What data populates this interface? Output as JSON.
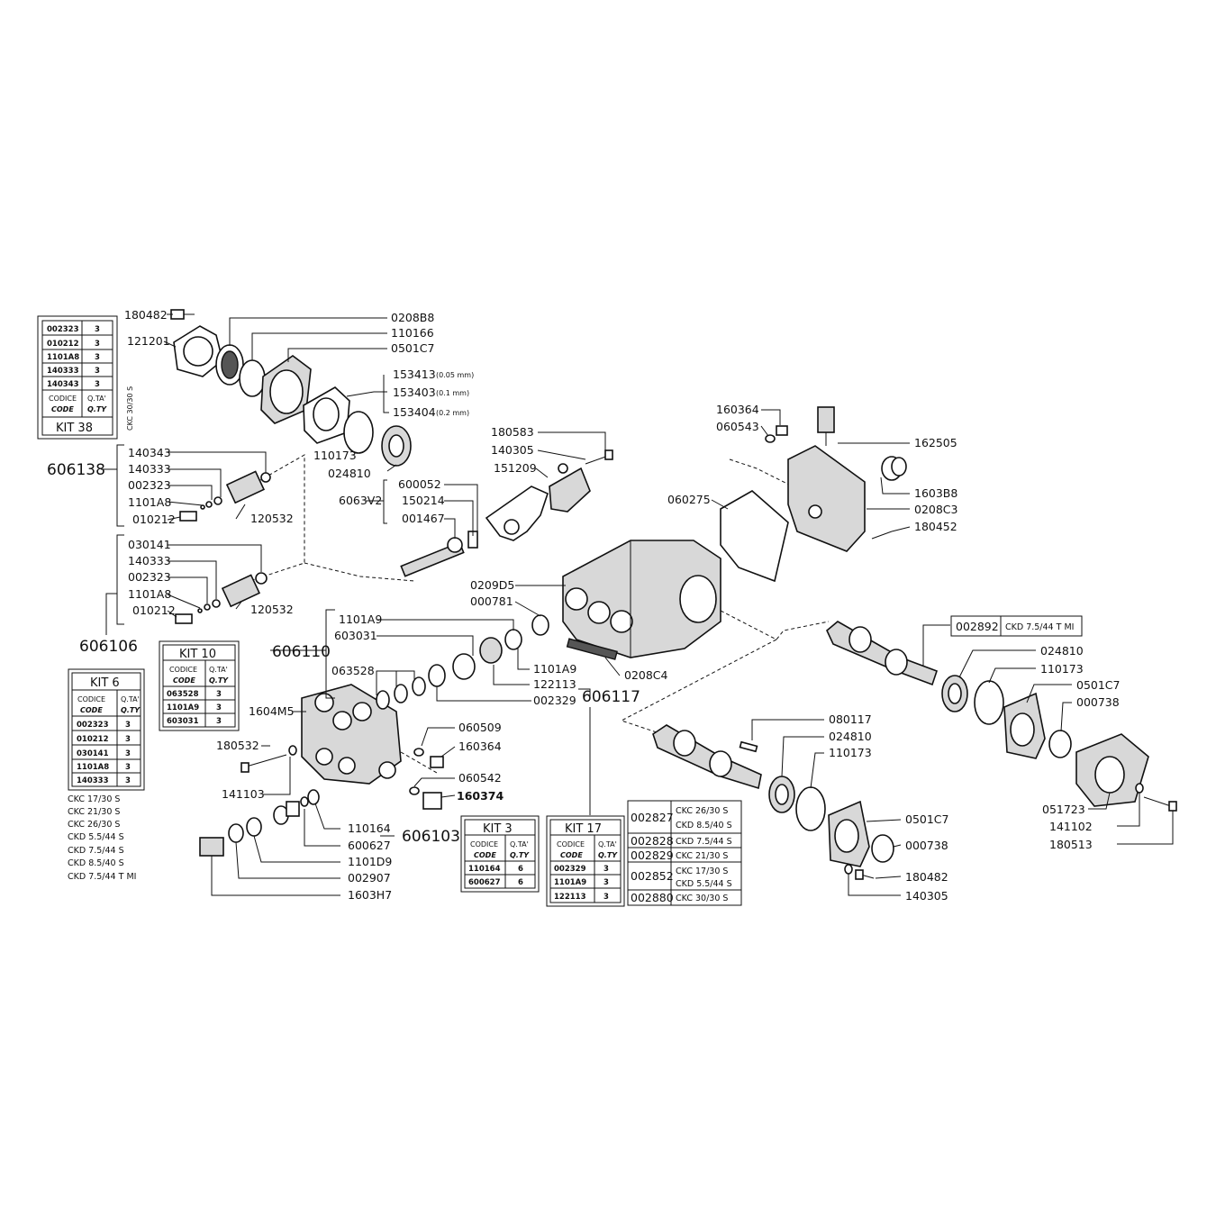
{
  "labels": {
    "l180482a": "180482",
    "l121201": "121201",
    "l0208B8": "0208B8",
    "l110166": "110166",
    "l0501C7a": "0501C7",
    "l153413": "153413",
    "l153413u": "(0.05 mm)",
    "l153403": "153403",
    "l153403u": "(0.1 mm)",
    "l153404": "153404",
    "l153404u": "(0.2 mm)",
    "l110173a": "110173",
    "l024810a": "024810",
    "l140343a": "140343",
    "l140333a": "140333",
    "l002323a": "002323",
    "l1101A8a": "1101A8",
    "l010212a": "010212",
    "l120532a": "120532",
    "l030141": "030141",
    "l140333b": "140333",
    "l002323b": "002323",
    "l1101A8b": "1101A8",
    "l010212b": "010212",
    "l120532b": "120532",
    "l180583": "180583",
    "l140305a": "140305",
    "l151209": "151209",
    "l600052": "600052",
    "l6063V2": "6063V2",
    "l150214": "150214",
    "l001467": "001467",
    "l160364a": "160364",
    "l060543": "060543",
    "l162505": "162505",
    "l1603B8": "1603B8",
    "l0208C3": "0208C3",
    "l180452": "180452",
    "l060275": "060275",
    "l0209D5": "0209D5",
    "l000781": "000781",
    "l1101A9a": "1101A9",
    "l603031": "603031",
    "l063528": "063528",
    "l1101A9b": "1101A9",
    "l122113": "122113",
    "l002329": "002329",
    "l0208C4": "0208C4",
    "l1604M5": "1604M5",
    "l180532": "180532",
    "l141103": "141103",
    "l060509": "060509",
    "l160364b": "160364",
    "l060542": "060542",
    "l160374": "160374",
    "l110164": "110164",
    "l600627": "600627",
    "l1101D9": "1101D9",
    "l002907": "002907",
    "l1603H7": "1603H7",
    "l080117": "080117",
    "l024810b": "024810",
    "l110173b": "110173",
    "l0501C7b": "0501C7",
    "l000738b": "000738",
    "l180482b": "180482",
    "l140305b": "140305",
    "l024810c": "024810",
    "l110173c": "110173",
    "l0501C7c": "0501C7",
    "l000738c": "000738",
    "l051723": "051723",
    "l141102": "141102",
    "l180513": "180513"
  },
  "assemblies": {
    "a606138": "606138",
    "a606106": "606106",
    "a606110": "606110",
    "a606117": "606117",
    "a606103": "606103"
  },
  "kit38": {
    "rows": [
      [
        "002323",
        "3"
      ],
      [
        "010212",
        "3"
      ],
      [
        "1101A8",
        "3"
      ],
      [
        "140333",
        "3"
      ],
      [
        "140343",
        "3"
      ]
    ],
    "h_codice": "CODICE",
    "h_code": "CODE",
    "h_qta": "Q.TA'",
    "h_qty": "Q.TY",
    "title": "KIT 38",
    "side": "CKC 30/30 S"
  },
  "kit6": {
    "title": "KIT 6",
    "h_codice": "CODICE",
    "h_code": "CODE",
    "h_qta": "Q.TA'",
    "h_qty": "Q.TY",
    "rows": [
      [
        "002323",
        "3"
      ],
      [
        "010212",
        "3"
      ],
      [
        "030141",
        "3"
      ],
      [
        "1101A8",
        "3"
      ],
      [
        "140333",
        "3"
      ]
    ]
  },
  "kit10": {
    "title": "KIT 10",
    "h_codice": "CODICE",
    "h_code": "CODE",
    "h_qta": "Q.TA'",
    "h_qty": "Q.TY",
    "rows": [
      [
        "063528",
        "3"
      ],
      [
        "1101A9",
        "3"
      ],
      [
        "603031",
        "3"
      ]
    ]
  },
  "kit3": {
    "title": "KIT 3",
    "h_codice": "CODICE",
    "h_code": "CODE",
    "h_qta": "Q.TA'",
    "h_qty": "Q.TY",
    "rows": [
      [
        "110164",
        "6"
      ],
      [
        "600627",
        "6"
      ]
    ]
  },
  "kit17": {
    "title": "KIT 17",
    "h_codice": "CODICE",
    "h_code": "CODE",
    "h_qta": "Q.TA'",
    "h_qty": "Q.TY",
    "rows": [
      [
        "002329",
        "3"
      ],
      [
        "1101A9",
        "3"
      ],
      [
        "122113",
        "3"
      ]
    ]
  },
  "models": [
    "CKC 17/30 S",
    "CKC 21/30 S",
    "CKC 26/30 S",
    "CKD 5.5/44 S",
    "CKD 7.5/44 S",
    "CKD 8.5/40 S",
    "CKD 7.5/44 T MI"
  ],
  "crankshaft_top": {
    "code": "002892",
    "model": "CKD 7.5/44 T MI"
  },
  "crankshaft_table": {
    "c1": "002827",
    "m1a": "CKC 26/30 S",
    "m1b": "CKD 8.5/40 S",
    "c2": "002828",
    "m2": "CKD 7.5/44 S",
    "c3": "002829",
    "m3": "CKC 21/30 S",
    "c4": "002852",
    "m4a": "CKC 17/30 S",
    "m4b": "CKD 5.5/44 S",
    "c5": "002880",
    "m5": "CKC 30/30 S"
  }
}
